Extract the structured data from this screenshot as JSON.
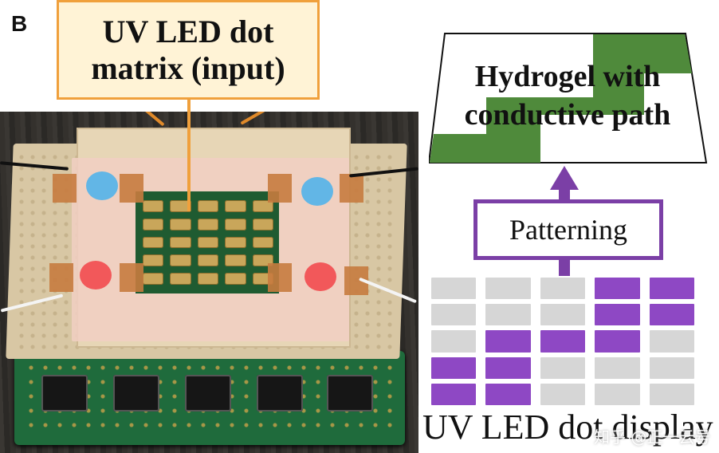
{
  "panel_letter": "B",
  "callout": {
    "line1": "UV LED dot",
    "line2": "matrix (input)",
    "border_color": "#f0a03c"
  },
  "hydrogel": {
    "line1": "Hydrogel with",
    "line2": "conductive path",
    "path_color": "#4f8a3b",
    "base_color": "#ffffff"
  },
  "arrow": {
    "color": "#7b3fa6"
  },
  "patterning": {
    "label": "Patterning",
    "border_color": "#7b3fa6"
  },
  "uv_display": {
    "label": "UV LED dot display",
    "on_color": "#8e48c4",
    "off_color": "#d6d6d6",
    "grid": [
      [
        0,
        0,
        0,
        1,
        1
      ],
      [
        0,
        0,
        0,
        1,
        1
      ],
      [
        0,
        1,
        1,
        1,
        0
      ],
      [
        1,
        1,
        0,
        0,
        0
      ],
      [
        1,
        1,
        0,
        0,
        0
      ]
    ]
  },
  "photo": {
    "led_count": 25,
    "indicator_colors": {
      "blue": "#62b6e6",
      "red": "#f2585a"
    }
  },
  "watermark": "知乎 @正一云号"
}
